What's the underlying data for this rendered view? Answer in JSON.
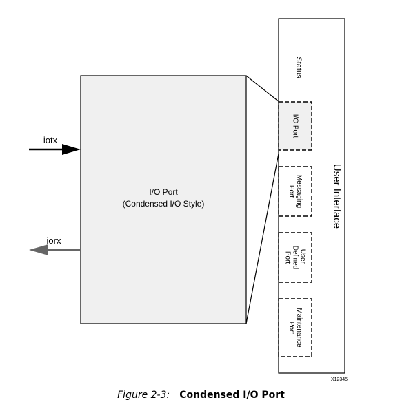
{
  "diagram": {
    "left_signals": {
      "input": "iotx",
      "output": "iorx"
    },
    "main_block": {
      "line1": "I/O Port",
      "line2": "(Condensed I/O Style)"
    },
    "user_interface": {
      "title": "User Interface",
      "status": "Status",
      "ports": [
        {
          "lines": [
            "I/O Port"
          ]
        },
        {
          "lines": [
            "Messaging",
            "Port"
          ]
        },
        {
          "lines": [
            "User-",
            "Defined",
            "Port"
          ]
        },
        {
          "lines": [
            "Maintenance",
            "Port"
          ]
        }
      ]
    },
    "figure_id": "X12345"
  },
  "caption": {
    "label": "Figure 2-3:",
    "title": "Condensed I/O Port"
  }
}
